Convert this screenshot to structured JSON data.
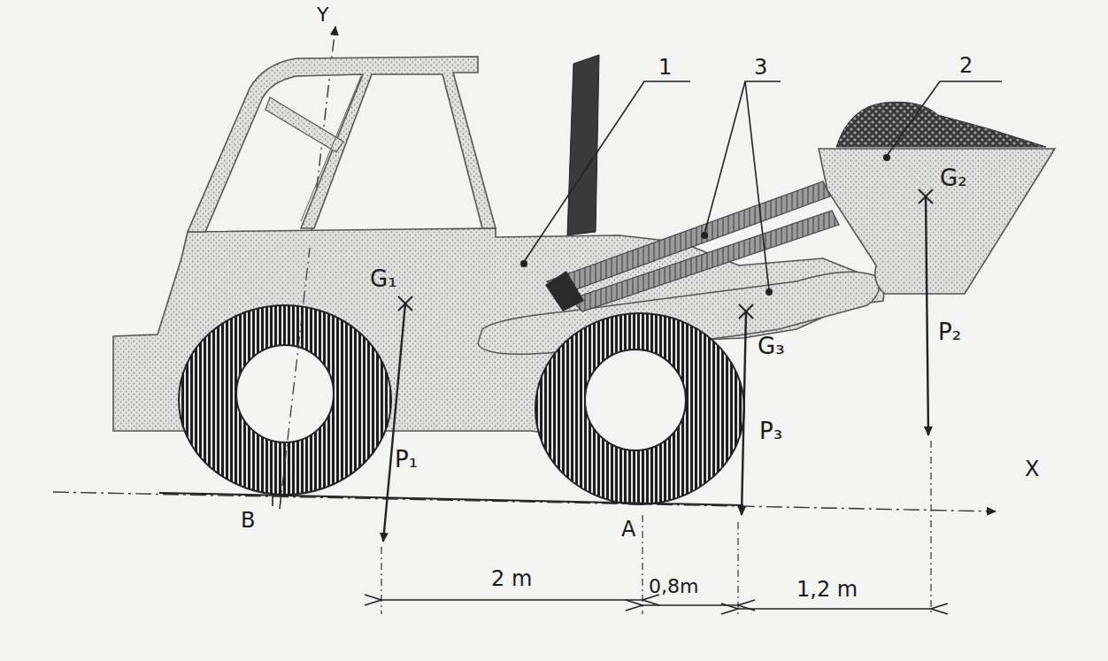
{
  "diagram": {
    "labels": [
      "Y",
      "1",
      "3",
      "2",
      "G₁",
      "G₂",
      "G₃",
      "P₂",
      "P₁",
      "P₃",
      "X",
      "B",
      "A",
      "2 m",
      "0,8m",
      "1,2 m"
    ]
  }
}
